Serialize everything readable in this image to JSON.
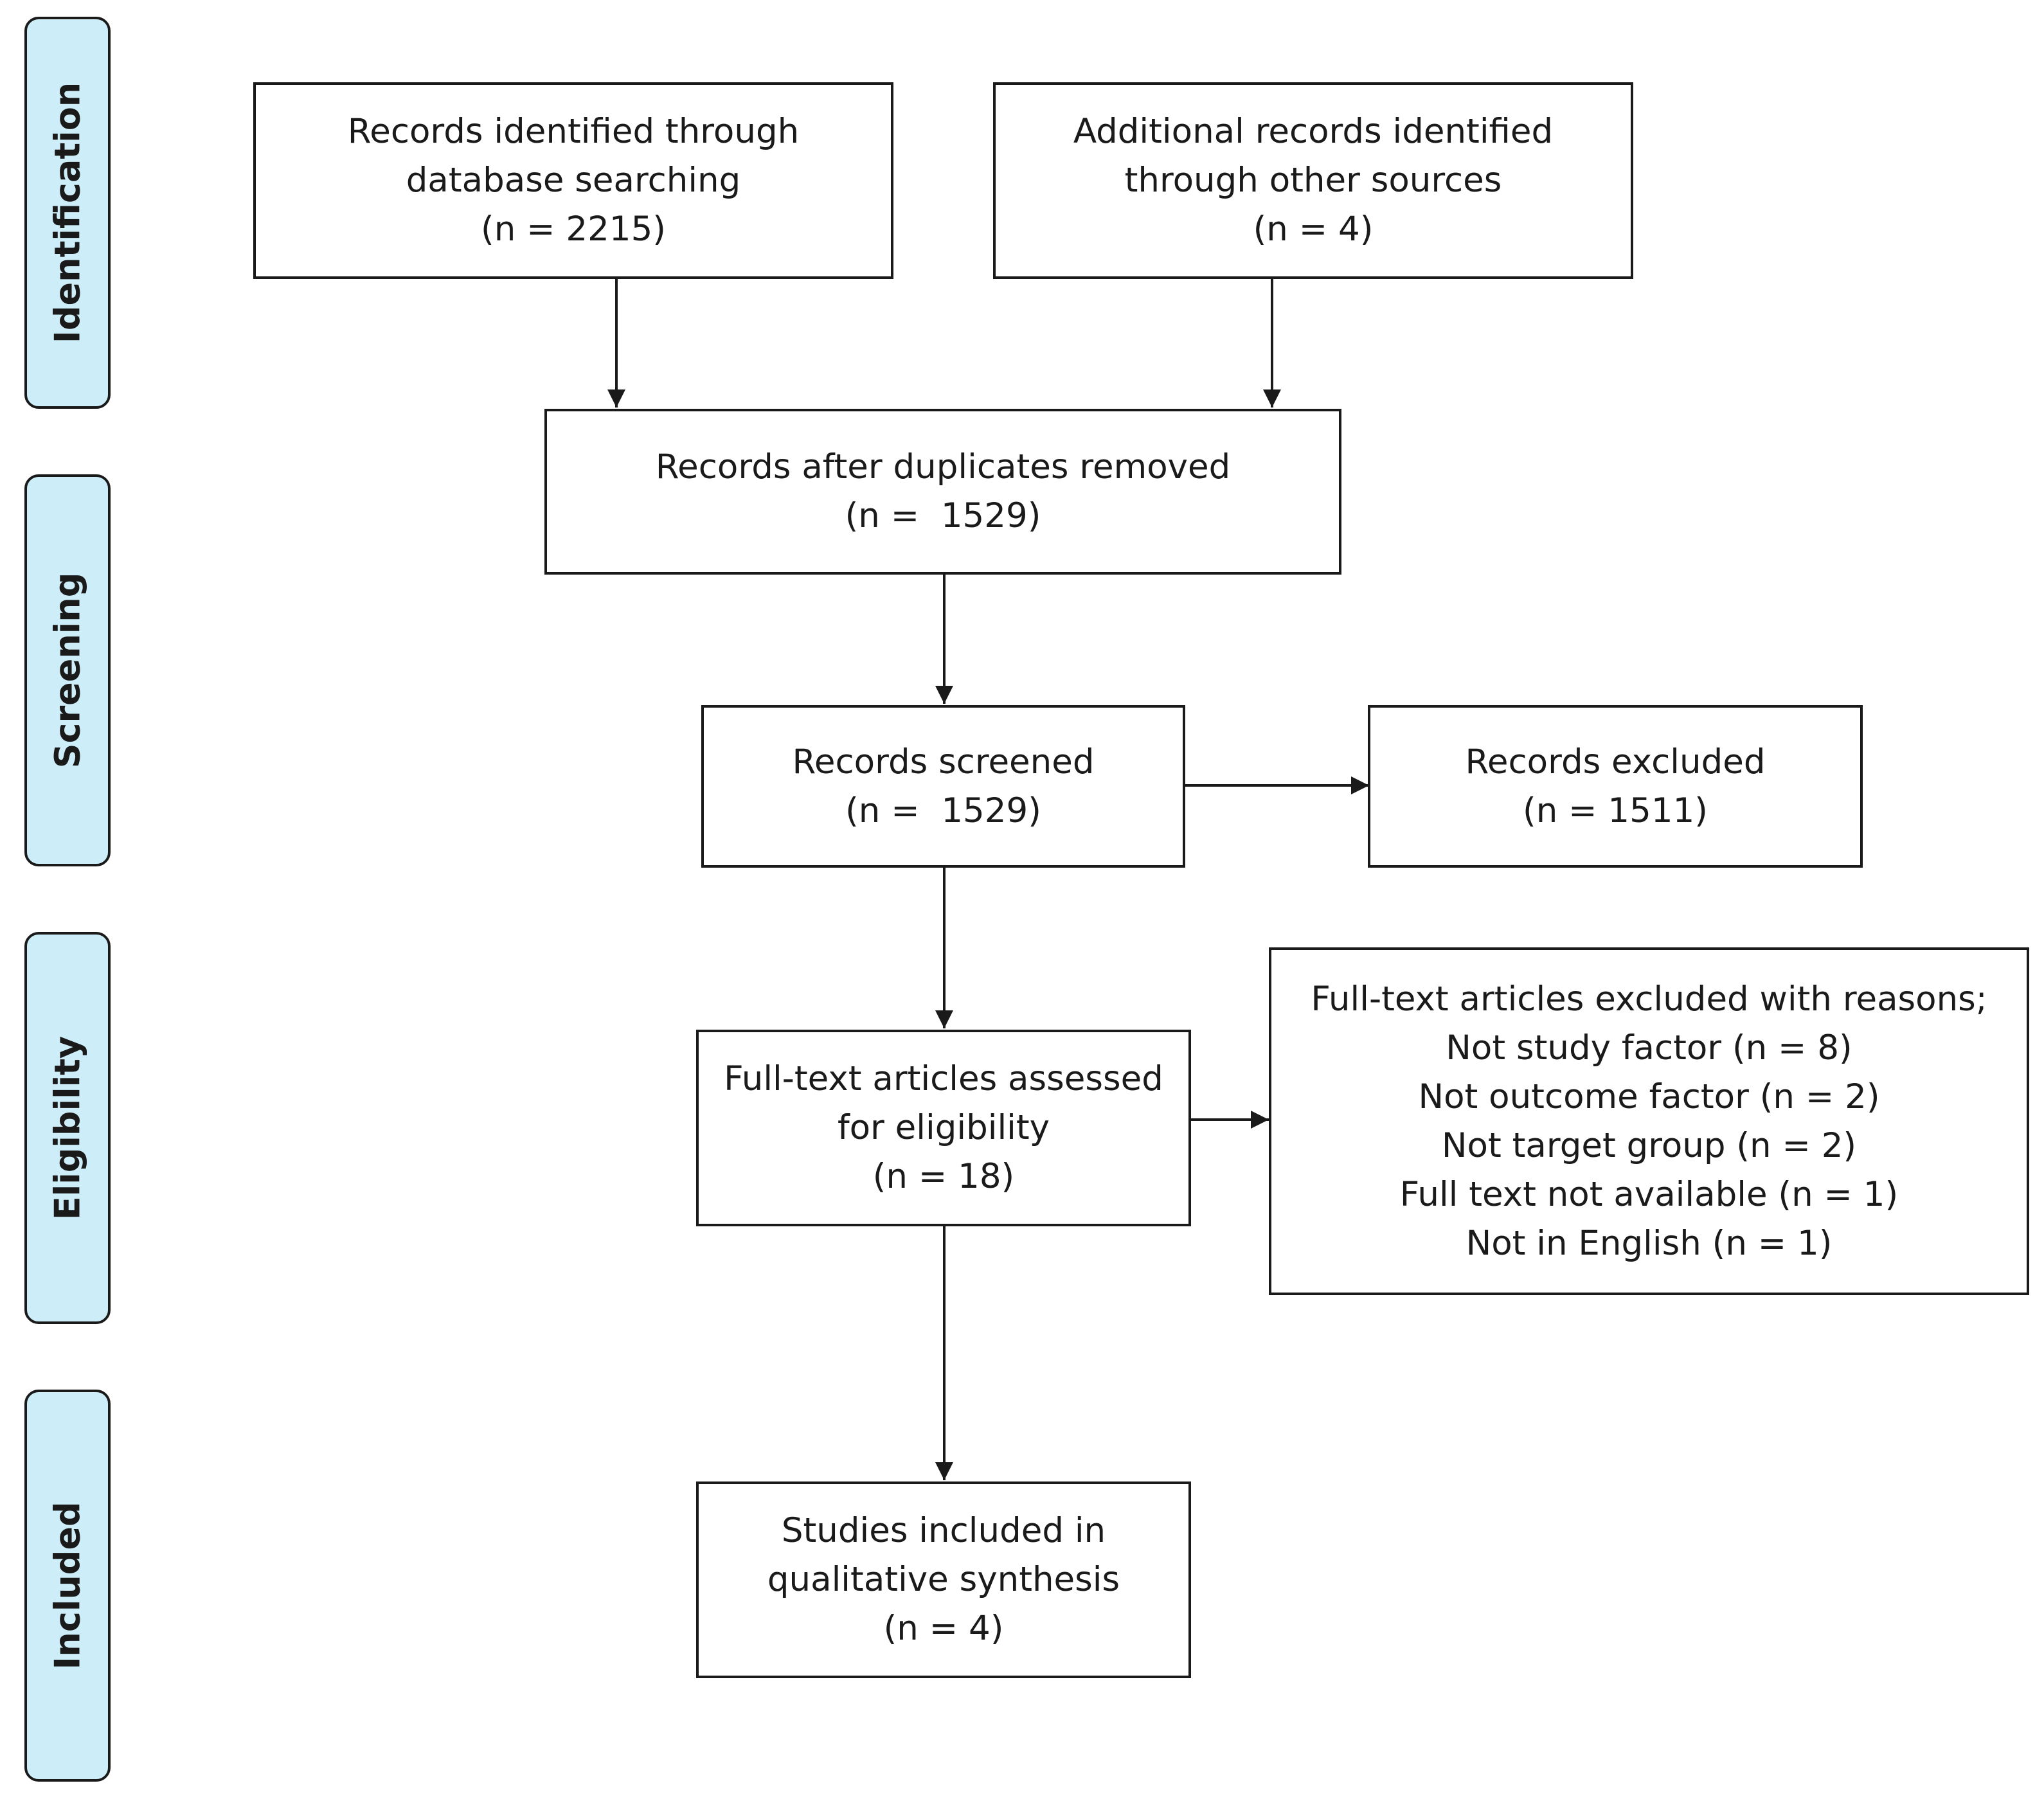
{
  "stages": {
    "identification": "Identification",
    "screening": "Screening",
    "eligibility": "Eligibility",
    "included": "Included"
  },
  "boxes": {
    "database_records": {
      "lines": [
        "Records identified through",
        "database searching",
        "(n = 2215)"
      ]
    },
    "other_sources": {
      "lines": [
        "Additional records identified",
        "through other sources",
        "(n = 4)"
      ]
    },
    "duplicates_removed": {
      "lines": [
        "Records after duplicates removed",
        "(n =  1529)"
      ]
    },
    "screened": {
      "lines": [
        "Records screened",
        "(n =  1529)"
      ]
    },
    "excluded": {
      "lines": [
        "Records excluded",
        "(n = 1511)"
      ]
    },
    "fulltext_assessed": {
      "lines": [
        "Full-text articles assessed",
        "for eligibility",
        "(n = 18)"
      ]
    },
    "fulltext_excluded": {
      "lines": [
        "Full-text articles excluded with reasons;",
        "Not study factor (n = 8)",
        "Not outcome factor (n = 2)",
        "Not target group (n = 2)",
        "Full text not available (n = 1)",
        "Not in English (n = 1)"
      ]
    },
    "included_studies": {
      "lines": [
        "Studies included in",
        "qualitative synthesis",
        "(n = 4)"
      ]
    }
  }
}
